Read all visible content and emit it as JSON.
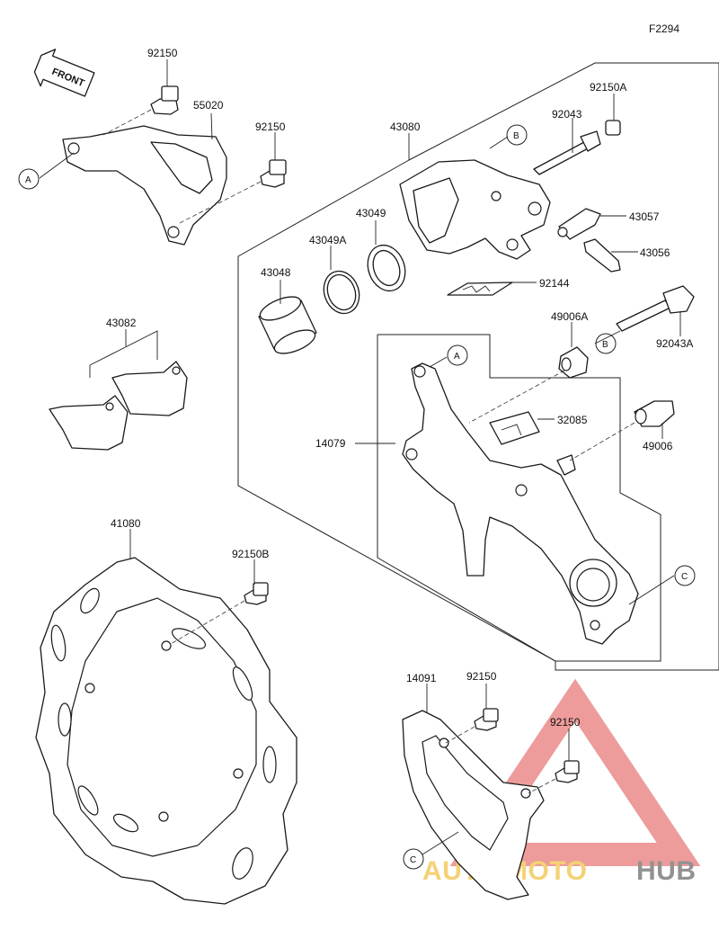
{
  "figure_code": "F2294",
  "front_label": "FRONT",
  "parts": {
    "bolt_92150_top": "92150",
    "bracket_55020": "55020",
    "bolt_92150_mid": "92150",
    "caliper_43080": "43080",
    "bleeder_cap_92150A": "92150A",
    "pin_92043": "92043",
    "clip_43057": "43057",
    "bleeder_43056": "43056",
    "seal_43049": "43049",
    "seal_43049A": "43049A",
    "piston_43048": "43048",
    "spring_92144": "92144",
    "pads_43082": "43082",
    "boot_49006A": "49006A",
    "pin_92043A": "92043A",
    "holder_14079": "14079",
    "plate_32085": "32085",
    "boot_49006": "49006",
    "disc_41080": "41080",
    "bolt_92150B": "92150B",
    "guard_14091": "14091",
    "bolt_92150_guard_a": "92150",
    "bolt_92150_guard_b": "92150"
  },
  "refs": {
    "A_bracket": "A",
    "B_caliper": "B",
    "A_holder": "A",
    "B_pin": "B",
    "C_holder": "C",
    "C_guard": "C"
  },
  "watermark": {
    "brand_part1": "AUTO",
    "brand_part2": "MOTO",
    "brand_part3": "HUB",
    "color_red": "#e87a7a",
    "color_orange": "#f2c24a",
    "color_gray": "#6e6e6e"
  }
}
